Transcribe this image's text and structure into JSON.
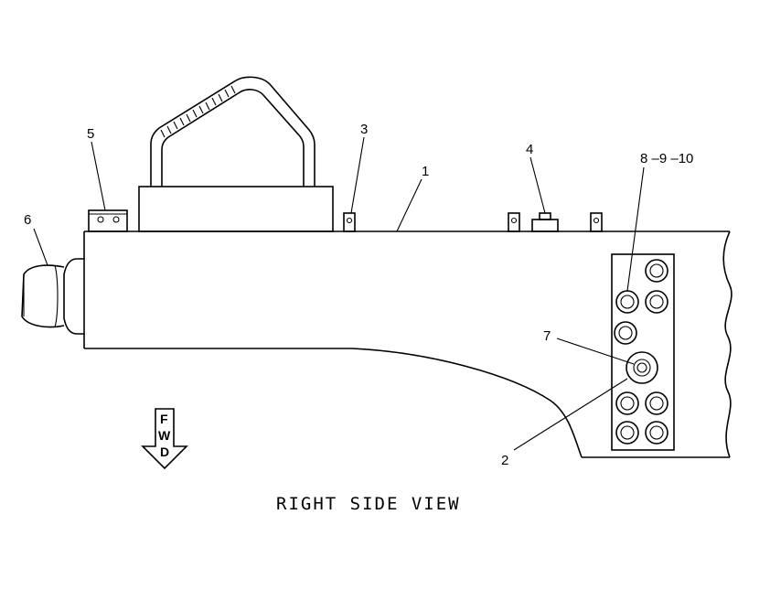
{
  "diagram": {
    "title": "RIGHT SIDE VIEW",
    "direction_arrow": {
      "letters": [
        "F",
        "W",
        "D"
      ]
    },
    "callouts": {
      "c1": "1",
      "c2": "2",
      "c3": "3",
      "c4": "4",
      "c5": "5",
      "c6": "6",
      "c7": "7",
      "c8": "8 –9 –10"
    }
  }
}
